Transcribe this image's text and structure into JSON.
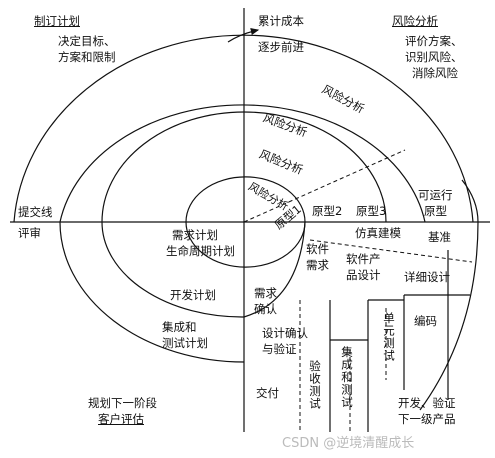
{
  "quadrants": {
    "plan": {
      "title": "制订计划",
      "lines": [
        "决定目标、",
        "方案和限制"
      ]
    },
    "risk": {
      "title": "风险分析",
      "lines": [
        "评价方案、",
        "识别风险、",
        "消除风险"
      ]
    },
    "review": {
      "lines": [
        "规划下一阶段",
        "客户评估"
      ]
    }
  },
  "axes": {
    "cumulative_cost": "累计成本",
    "progress": "逐步前进",
    "submit": "提交线",
    "review": "评审"
  },
  "risk_arcs": [
    "风险分析",
    "风险分析",
    "风险分析",
    "风险分析"
  ],
  "prototypes": [
    "原型1",
    "原型2",
    "原型3",
    "可运行",
    "原型"
  ],
  "simulation": "仿真建模",
  "benchmark": "基准",
  "plans": {
    "requirements_plan": [
      "需求计划",
      "生命周期计划"
    ],
    "dev_plan": "开发计划",
    "integration_plan": [
      "集成和",
      "测试计划"
    ]
  },
  "phases": {
    "software_req": [
      "软件",
      "需求"
    ],
    "product_design": [
      "软件产",
      "品设计"
    ],
    "req_confirm": [
      "需求",
      "确认"
    ],
    "detail_design": "详细设计",
    "design_verify": [
      "设计确认",
      "与验证"
    ],
    "coding": "编码",
    "unit_test": "单元测试",
    "integration_test": "集成和测试",
    "acceptance_test": "验收测试",
    "delivery": "交付",
    "develop_verify": [
      "开发、验证",
      "下一级产品"
    ]
  },
  "watermark": "CSDN @逆境清醒成长"
}
